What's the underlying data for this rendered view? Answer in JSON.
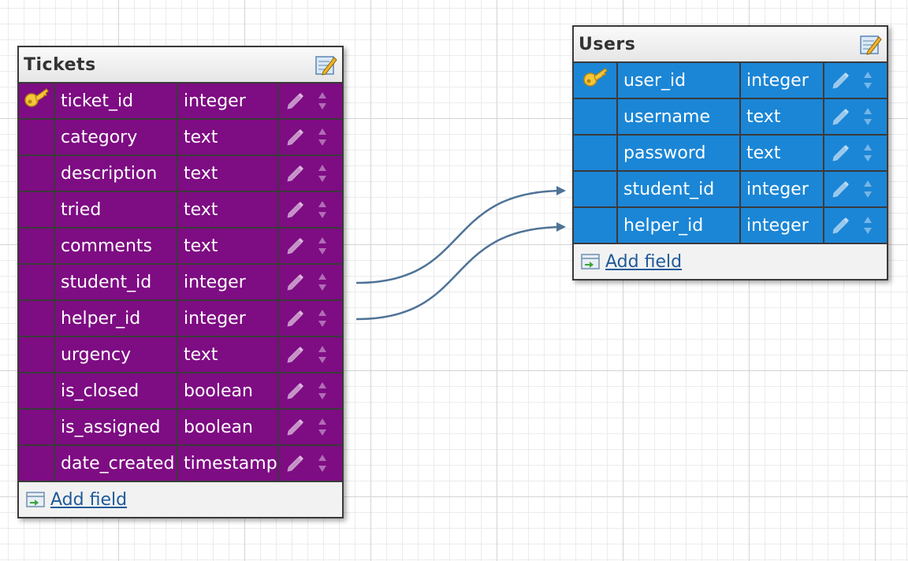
{
  "tables": [
    {
      "id": "tickets",
      "title": "Tickets",
      "header_color": "#7e0c83",
      "add_field_label": "Add field",
      "fields": [
        {
          "name": "ticket_id",
          "type": "integer",
          "primary_key": true
        },
        {
          "name": "category",
          "type": "text",
          "primary_key": false
        },
        {
          "name": "description",
          "type": "text",
          "primary_key": false
        },
        {
          "name": "tried",
          "type": "text",
          "primary_key": false
        },
        {
          "name": "comments",
          "type": "text",
          "primary_key": false
        },
        {
          "name": "student_id",
          "type": "integer",
          "primary_key": false
        },
        {
          "name": "helper_id",
          "type": "integer",
          "primary_key": false
        },
        {
          "name": "urgency",
          "type": "text",
          "primary_key": false
        },
        {
          "name": "is_closed",
          "type": "boolean",
          "primary_key": false
        },
        {
          "name": "is_assigned",
          "type": "boolean",
          "primary_key": false
        },
        {
          "name": "date_created",
          "type": "timestamp",
          "primary_key": false
        }
      ]
    },
    {
      "id": "users",
      "title": "Users",
      "header_color": "#1b86d6",
      "add_field_label": "Add field",
      "fields": [
        {
          "name": "user_id",
          "type": "integer",
          "primary_key": true
        },
        {
          "name": "username",
          "type": "text",
          "primary_key": false
        },
        {
          "name": "password",
          "type": "text",
          "primary_key": false
        },
        {
          "name": "student_id",
          "type": "integer",
          "primary_key": false
        },
        {
          "name": "helper_id",
          "type": "integer",
          "primary_key": false
        }
      ]
    }
  ],
  "relations": [
    {
      "from": "Tickets.student_id",
      "to": "Users.student_id"
    },
    {
      "from": "Tickets.helper_id",
      "to": "Users.helper_id"
    }
  ],
  "colors": {
    "tickets_row": "#7e0c83",
    "users_row": "#1b86d6",
    "connector": "#4f7397",
    "link": "#1f5a99"
  },
  "icons": {
    "key": "key-icon",
    "edit": "pencil-icon",
    "reorder": "reorder-icon",
    "edit_table": "edit-table-icon",
    "add": "add-field-icon"
  }
}
